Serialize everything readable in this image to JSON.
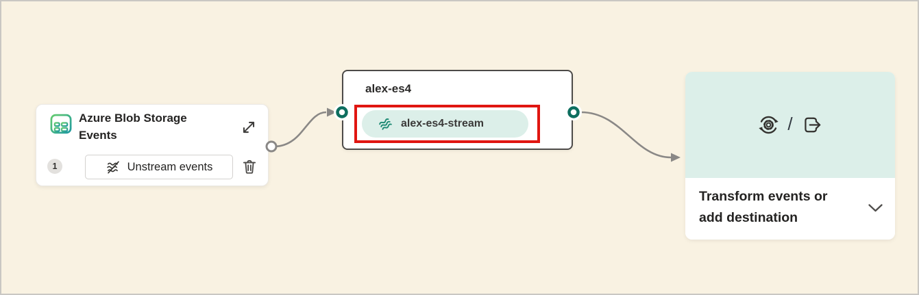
{
  "source_node": {
    "title": "Azure Blob Storage Events",
    "badge": "1",
    "button_label": "Unstream events"
  },
  "stream_node": {
    "title": "alex-es4",
    "stream_label": "alex-es4-stream"
  },
  "destination_node": {
    "separator": "/",
    "label": "Transform events or add destination"
  },
  "icons": {
    "source": "azure-blob-storage-events-icon",
    "expand": "expand-diagonal-icon",
    "unstream": "unstream-events-icon",
    "delete": "trash-icon",
    "stream": "eventstream-wave-icon",
    "transform": "gear-sync-icon",
    "destination": "output-arrow-icon",
    "chevron": "chevron-down-icon"
  },
  "colors": {
    "canvas_background": "#f9f2e2",
    "canvas_border": "#c9c7c3",
    "card_background": "#ffffff",
    "mint": "#dcefe9",
    "teal_accent": "#0d6e5f",
    "stream_icon_teal": "#1e8a74",
    "arrow_gray": "#8a8886",
    "node_border_dark": "#4c4a48",
    "highlight_red": "#e01611",
    "text_primary": "#242322"
  }
}
